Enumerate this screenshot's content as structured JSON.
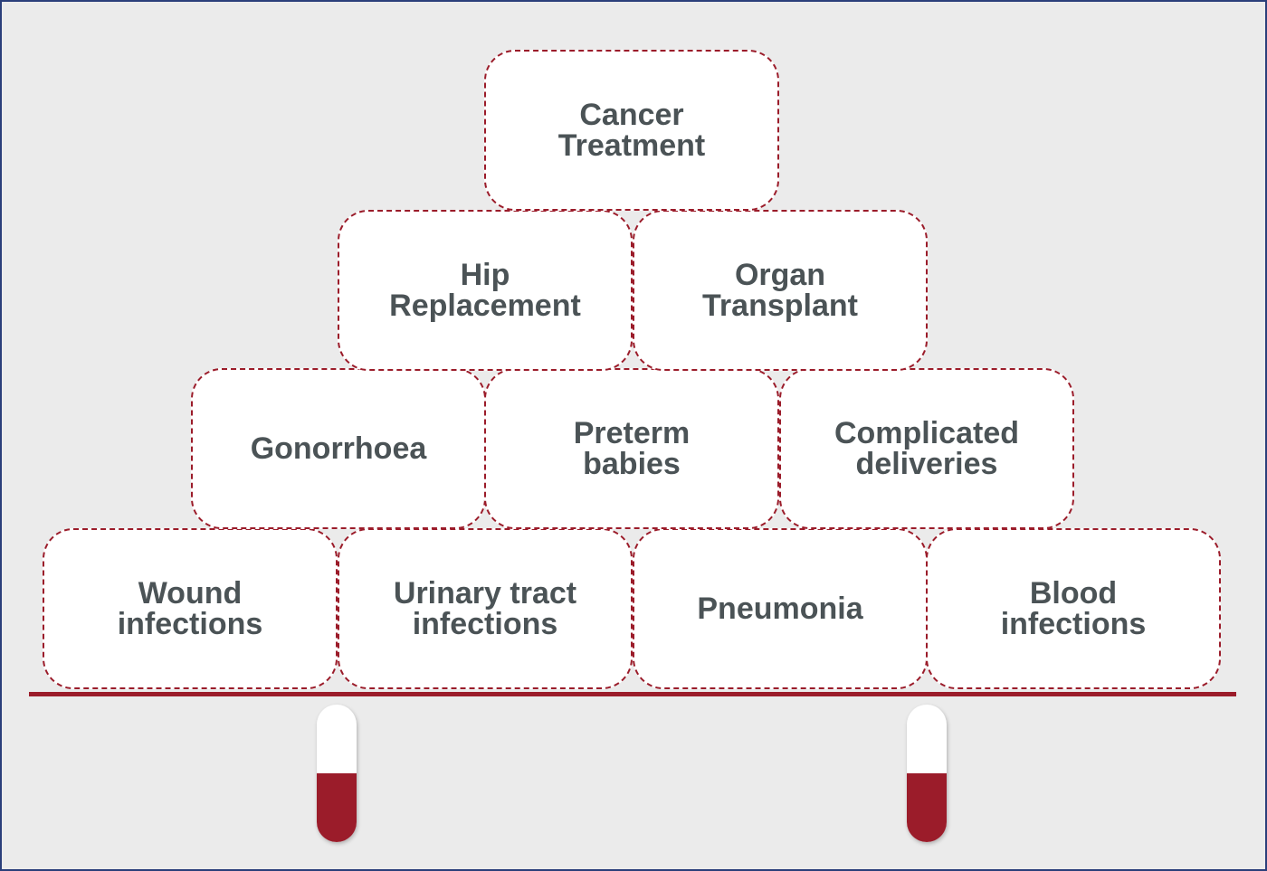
{
  "pyramid": {
    "row1": [
      "Cancer\nTreatment"
    ],
    "row2": [
      "Hip\nReplacement",
      "Organ\nTransplant"
    ],
    "row3": [
      "Gonorrhoea",
      "Preterm\nbabies",
      "Complicated\ndeliveries"
    ],
    "row4": [
      "Wound\ninfections",
      "Urinary tract\ninfections",
      "Pneumonia",
      "Blood\ninfections"
    ]
  },
  "colors": {
    "accent": "#9b1c2a",
    "text": "#4b5356",
    "background": "#ebebeb",
    "border": "#2a3f7a"
  },
  "pills": [
    {
      "fill_fraction": 0.5
    },
    {
      "fill_fraction": 0.5
    }
  ]
}
